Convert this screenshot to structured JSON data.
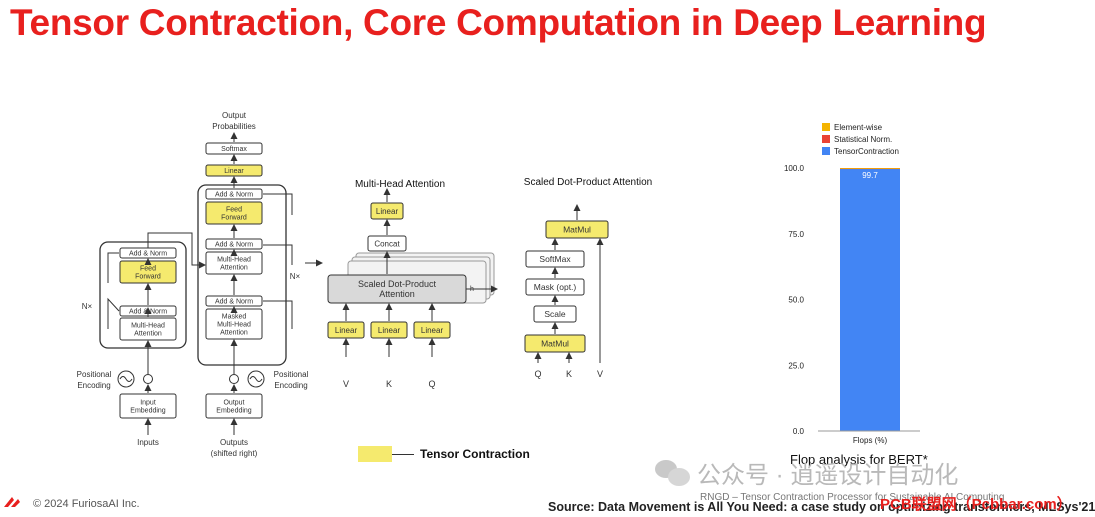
{
  "title": "Tensor Contraction, Core Computation in Deep Learning",
  "transformer": {
    "output_probs": [
      "Output",
      "Probabilities"
    ],
    "softmax": "Softmax",
    "linear": "Linear",
    "add_norm": "Add & Norm",
    "feed_forward": [
      "Feed",
      "Forward"
    ],
    "multi_head": [
      "Multi-Head",
      "Attention"
    ],
    "masked_multi_head": [
      "Masked",
      "Multi-Head",
      "Attention"
    ],
    "input_embedding": [
      "Input",
      "Embedding"
    ],
    "output_embedding": [
      "Output",
      "Embedding"
    ],
    "inputs": "Inputs",
    "outputs": [
      "Outputs",
      "(shifted right)"
    ],
    "positional_encoding": [
      "Positional",
      "Encoding"
    ],
    "nx": "N×"
  },
  "mha": {
    "title": "Multi-Head Attention",
    "linear": "Linear",
    "concat": "Concat",
    "sdpa": [
      "Scaled Dot-Product",
      "Attention"
    ],
    "inputs": [
      "V",
      "K",
      "Q"
    ],
    "h": "h"
  },
  "sdpa": {
    "title": "Scaled Dot-Product Attention",
    "matmul": "MatMul",
    "softmax": "SoftMax",
    "mask": "Mask (opt.)",
    "scale": "Scale",
    "inputs": [
      "Q",
      "K",
      "V"
    ]
  },
  "legend_tc": "Tensor Contraction",
  "colors": {
    "title": "#e8201e",
    "tensor_contraction": "#f5ea6e",
    "element_wise": "#f4b400",
    "statistical_norm": "#ea4335",
    "tensor_contraction_bar": "#4285f4"
  },
  "chart_data": {
    "type": "bar",
    "stacked": true,
    "categories": [
      "Flops (%)"
    ],
    "series": [
      {
        "name": "TensorContraction",
        "values": [
          99.7
        ],
        "color": "#4285f4"
      },
      {
        "name": "Statistical Norm.",
        "values": [
          0.2
        ],
        "color": "#ea4335"
      },
      {
        "name": "Element-wise",
        "values": [
          0.1
        ],
        "color": "#f4b400"
      }
    ],
    "data_labels": [
      "99.7"
    ],
    "ylim": [
      0,
      100
    ],
    "yticks": [
      "0.0",
      "25.0",
      "50.0",
      "75.0",
      "100.0"
    ],
    "legend": "top",
    "grid": false
  },
  "flop_caption": "Flop analysis for BERT*",
  "watermark": "公众号 · 逍遥设计自动化",
  "copyright": "© 2024 FuriosaAI Inc.",
  "rngd_note": "RNGD – Tensor Contraction Processor for Sustainable AI Computing",
  "source": "Source: Data Movement is All You Need: a case study on optimizing transformers, MLSys'21",
  "pcb_mark": "PCB联盟网（Pcbbar.com）"
}
